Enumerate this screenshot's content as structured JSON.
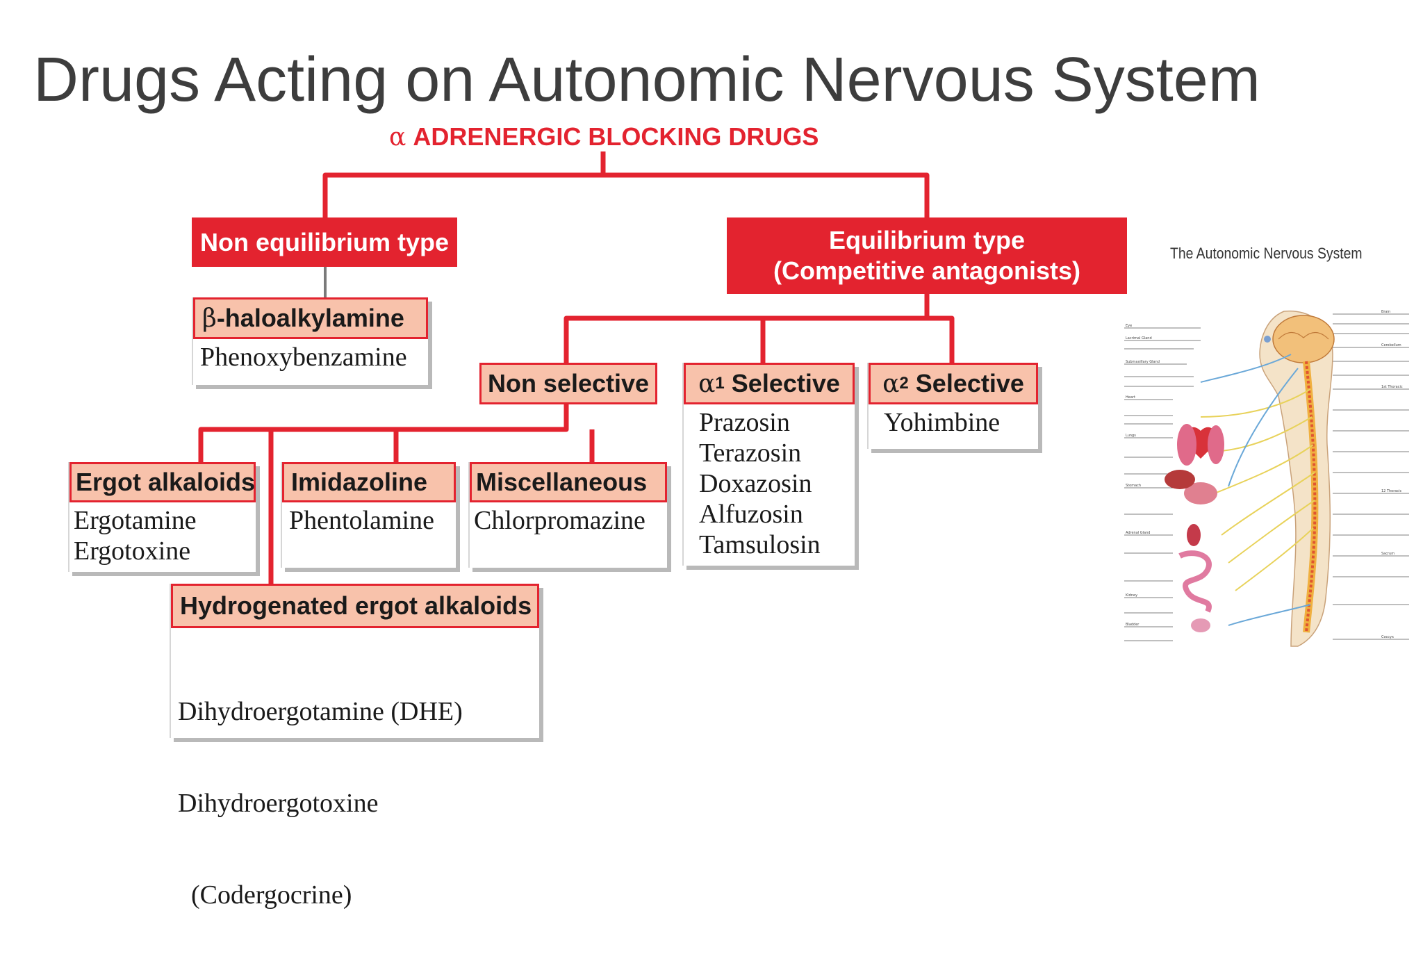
{
  "slide": {
    "title": "Drugs Acting on Autonomic Nervous System"
  },
  "diagram": {
    "title_symbol": "α",
    "title": "ADRENERGIC BLOCKING DRUGS",
    "non_equilibrium": {
      "label": "Non equilibrium type"
    },
    "equilibrium": {
      "line1": "Equilibrium type",
      "line2": "(Competitive antagonists)"
    },
    "haloalkylamine": {
      "symbol": "β",
      "label": "-haloalkylamine",
      "drugs": [
        "Phenoxybenzamine"
      ]
    },
    "non_selective": {
      "label": "Non selective"
    },
    "alpha1": {
      "symbol": "α",
      "sub": "1",
      "label": "Selective",
      "drugs": [
        "Prazosin",
        "Terazosin",
        "Doxazosin",
        "Alfuzosin",
        "Tamsulosin"
      ]
    },
    "alpha2": {
      "symbol": "α",
      "sub": "2",
      "label": "Selective",
      "drugs": [
        "Yohimbine"
      ]
    },
    "ergot": {
      "label": "Ergot alkaloids",
      "drugs": [
        "Ergotamine",
        "Ergotoxine"
      ]
    },
    "imidazoline": {
      "label": "Imidazoline",
      "drugs": [
        "Phentolamine"
      ]
    },
    "misc": {
      "label": "Miscellaneous",
      "drugs": [
        "Chlorpromazine"
      ]
    },
    "hydrogenated": {
      "label": "Hydrogenated ergot alkaloids",
      "drugs": [
        "Dihydroergotamine (DHE)",
        "Dihydroergotoxine",
        "  (Codergocrine)"
      ]
    }
  },
  "illustration": {
    "title": "The Autonomic Nervous System"
  },
  "colors": {
    "accent_red": "#e3232f",
    "header_peach": "#f8c2ab",
    "title_gray": "#3d3d3d"
  }
}
